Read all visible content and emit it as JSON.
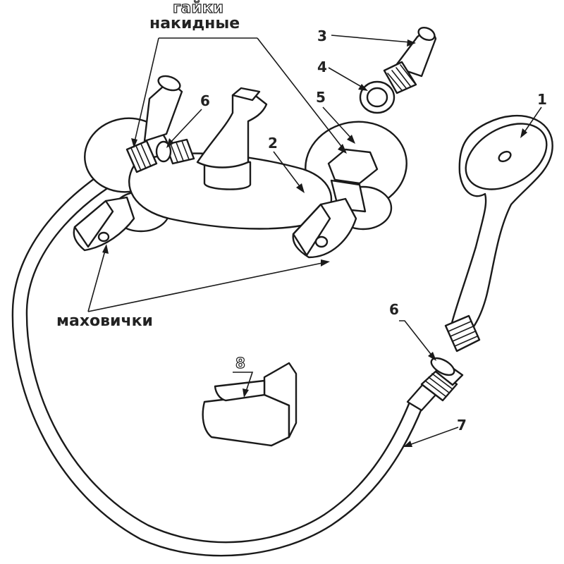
{
  "labels": {
    "nuts_line1": "гайки",
    "nuts_line2": "накидные",
    "handles": "маховички"
  },
  "callouts": {
    "c1": "1",
    "c2": "2",
    "c3": "3",
    "c4": "4",
    "c5": "5",
    "c6_top": "6",
    "c6_bottom": "6",
    "c7": "7",
    "c8": "8"
  }
}
